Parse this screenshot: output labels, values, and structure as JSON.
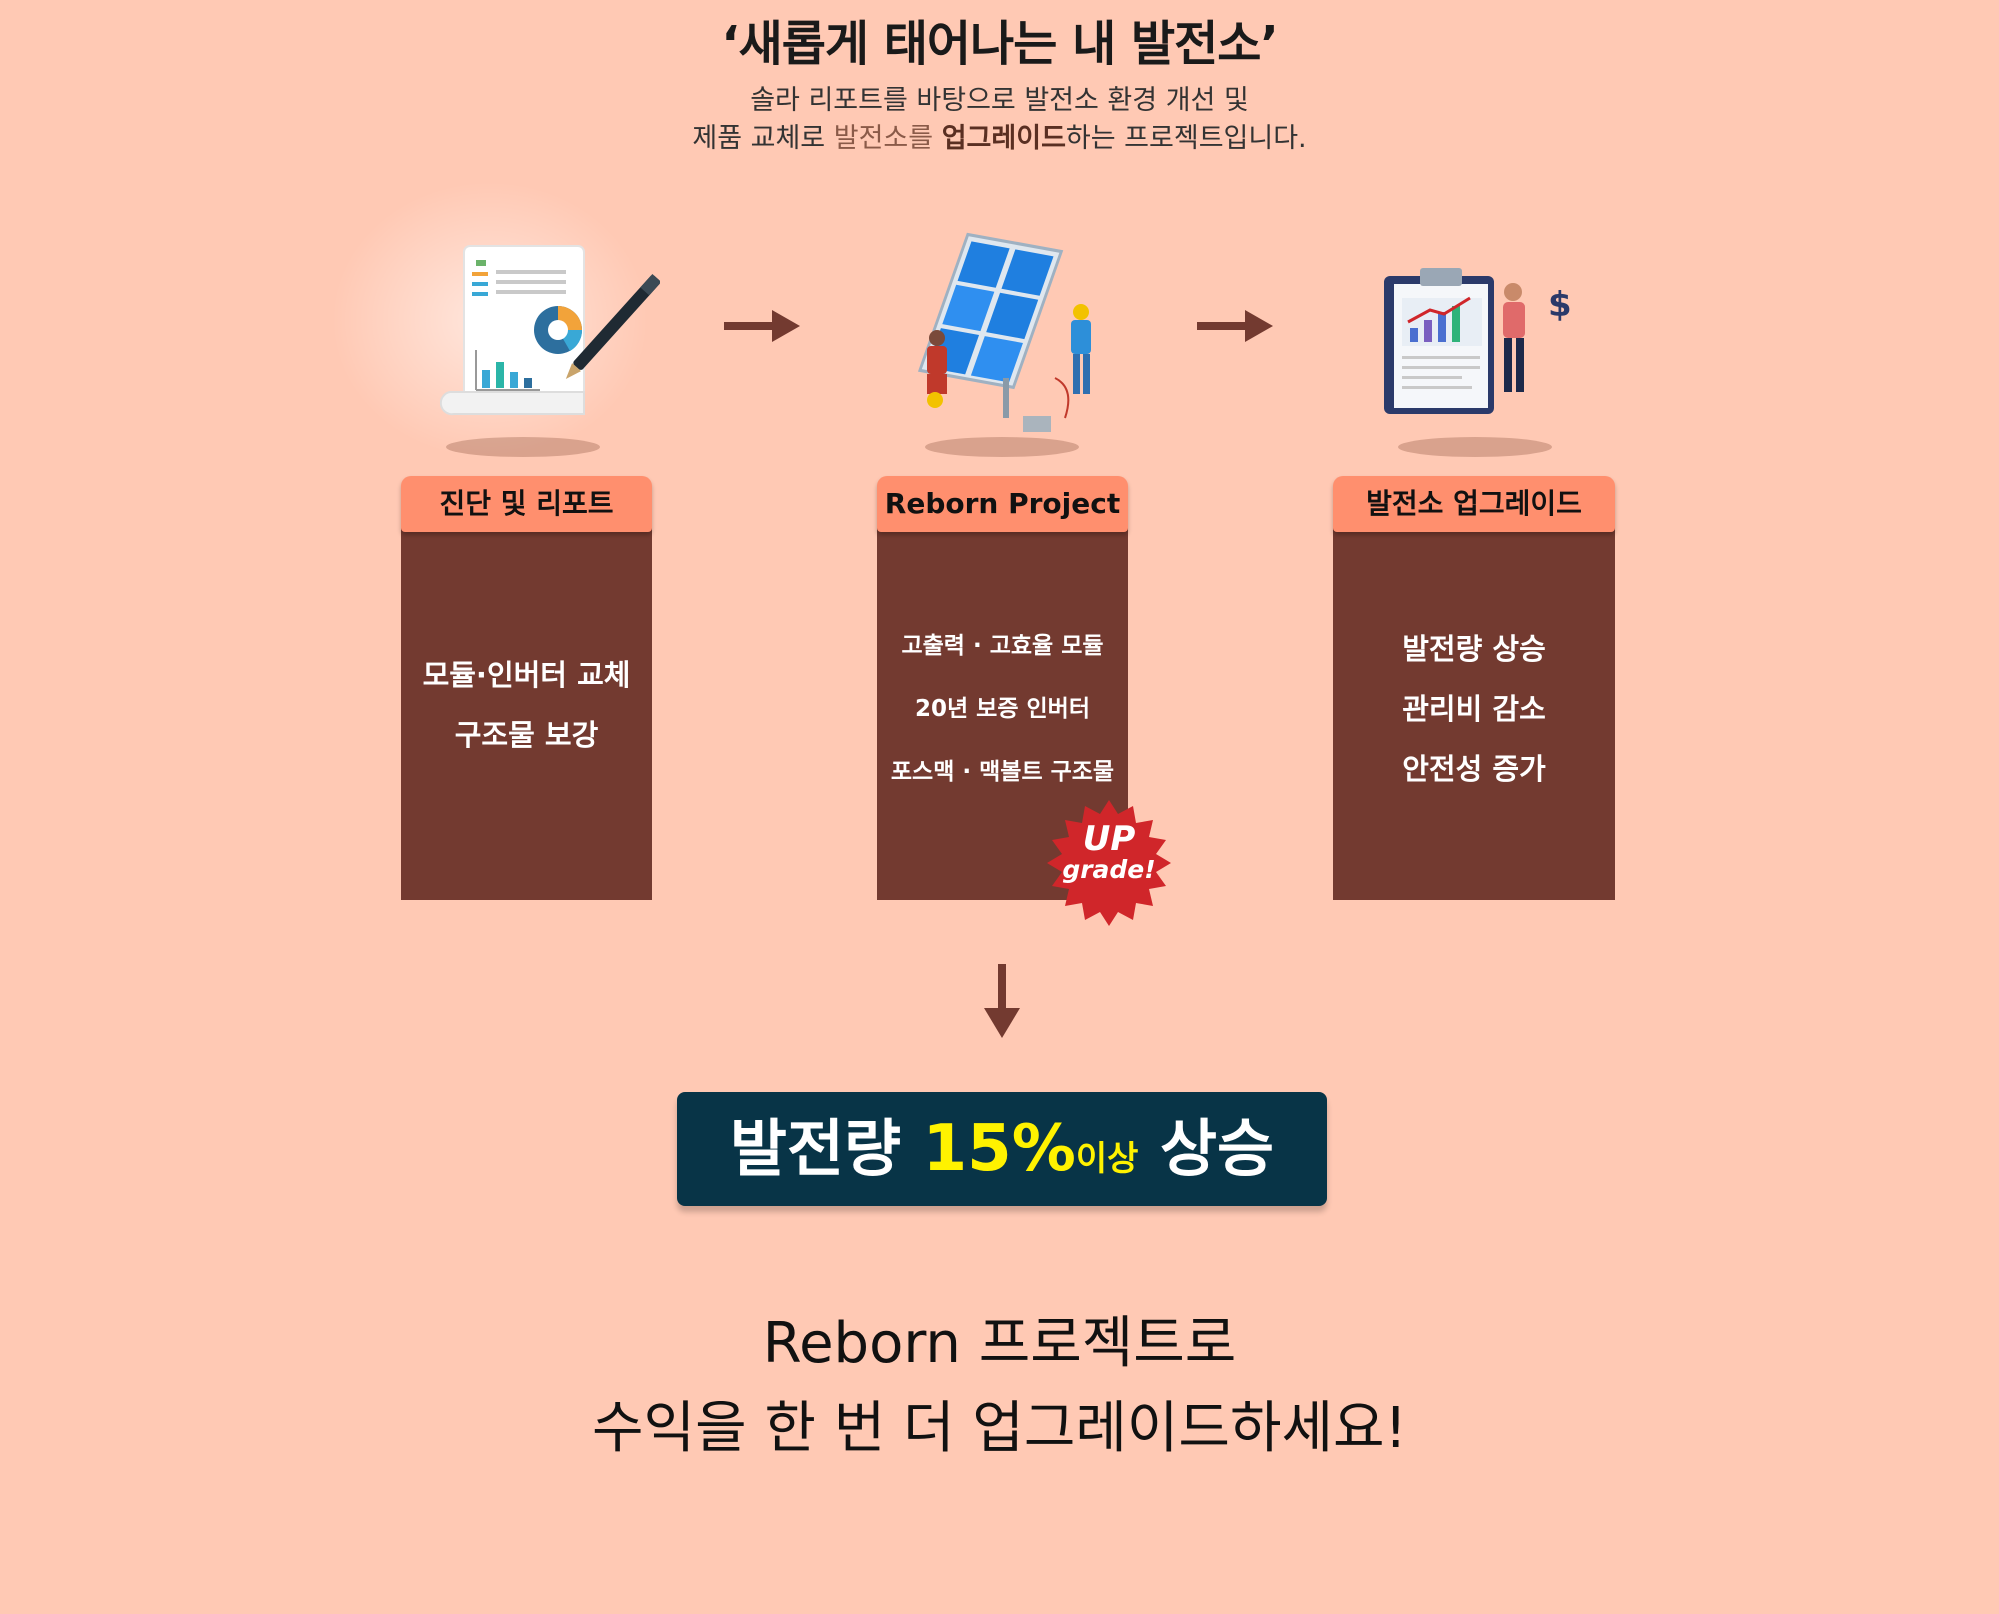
{
  "header": {
    "title": "‘새롭게 태어나는 내 발전소’",
    "subtitle_line1": "솔라 리포트를 바탕으로 발전소 환경 개선 및",
    "subtitle_line2_part1": "제품 교체로 ",
    "subtitle_line2_part2": "발전소를",
    "subtitle_line2_part3": " ",
    "subtitle_line2_part4": "업그레이드",
    "subtitle_line2_part5": "하는 프로젝트입니다."
  },
  "steps": [
    {
      "label": "진단 및 리포트",
      "icon": "report-document-icon",
      "lines": [
        "모듈·인버터 교체",
        "구조물 보강"
      ]
    },
    {
      "label": "Reborn Project",
      "icon": "solar-panel-workers-icon",
      "lines": [
        "고출력 · 고효율 모듈",
        "20년 보증 인버터",
        "포스맥 · 맥볼트 구조물"
      ],
      "badge_line1": "UP",
      "badge_line2": "grade!"
    },
    {
      "label": "발전소 업그레이드",
      "icon": "clipboard-growth-chart-icon",
      "lines": [
        "발전량 상승",
        "관리비 감소",
        "안전성 증가"
      ]
    }
  ],
  "result": {
    "part1": "발전량 ",
    "part2": "15%",
    "part3": "이상",
    "part4": " 상승"
  },
  "closing": {
    "line1": "Reborn 프로젝트로",
    "line2": "수익을 한 번 더 업그레이드하세요!"
  },
  "colors": {
    "background": "#ffc9b4",
    "box": "#733a30",
    "tab": "#ff8f6e",
    "arrow": "#733a30",
    "result_bg": "#083447",
    "result_highlight": "#fff200",
    "badge": "#d0262a"
  }
}
